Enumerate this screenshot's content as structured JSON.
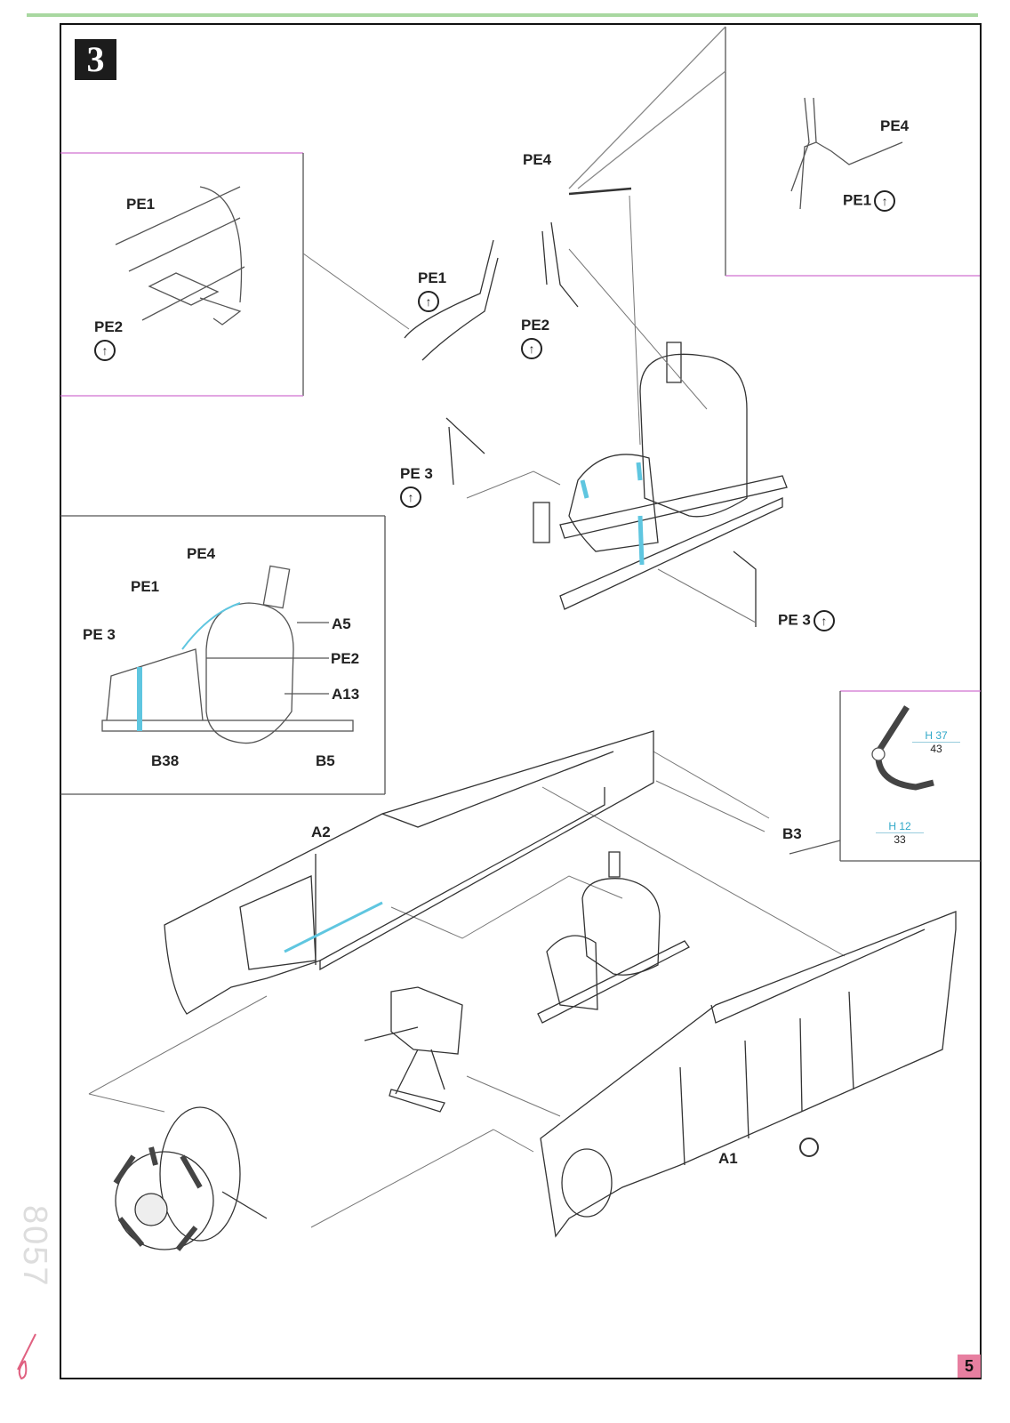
{
  "step_number": "3",
  "page_number": "5",
  "side_code": "8057",
  "paint_callouts": [
    {
      "color_code": "H 37",
      "number": "43"
    },
    {
      "color_code": "H 12",
      "number": "33"
    }
  ],
  "labels": {
    "tl_pe1": "PE1",
    "tl_pe2": "PE2",
    "tr_pe4": "PE4",
    "tr_pe1": "PE1",
    "m_pe4": "PE4",
    "m_pe1": "PE1",
    "m_pe2": "PE2",
    "m_pe3a": "PE 3",
    "m_pe3b": "PE 3",
    "ml_pe4": "PE4",
    "ml_pe1": "PE1",
    "ml_pe3": "PE 3",
    "ml_a5": "A5",
    "ml_pe2": "PE2",
    "ml_a13": "A13",
    "ml_b38": "B38",
    "ml_b5": "B5",
    "a2": "A2",
    "b3": "B3",
    "a1": "A1"
  },
  "colors": {
    "accent_blue": "#5fc6e0",
    "page_badge": "#e77fa0",
    "top_rule": "#a8d8a0",
    "inset_rule": "#d070d0"
  }
}
